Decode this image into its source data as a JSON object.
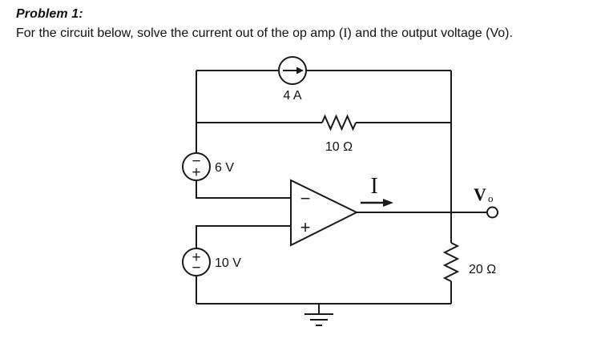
{
  "problem": {
    "title": "Problem 1:",
    "statement_part1": "For the circuit below, solve the current out of the op amp (",
    "current_symbol": "I",
    "statement_part2": ") and the output voltage (",
    "vo_symbol": "Vo",
    "statement_part3": ")."
  },
  "circuit": {
    "current_source": {
      "label": "4 A",
      "direction": "right-arrow"
    },
    "feedback_resistor": {
      "label": "10 Ω"
    },
    "source_6v": {
      "label": "6 V",
      "polarity_top": "−",
      "polarity_bottom": "+"
    },
    "source_10v": {
      "label": "10 V",
      "polarity_top": "+",
      "polarity_bottom": "−"
    },
    "op_amp": {
      "inverting_label": "−",
      "noninverting_label": "+"
    },
    "output_current": {
      "label": "I"
    },
    "output_voltage": {
      "label": "V",
      "subscript": "o"
    },
    "load_resistor": {
      "label": "20 Ω"
    },
    "colors": {
      "line": "#1a1a1a",
      "background": "#ffffff"
    }
  }
}
